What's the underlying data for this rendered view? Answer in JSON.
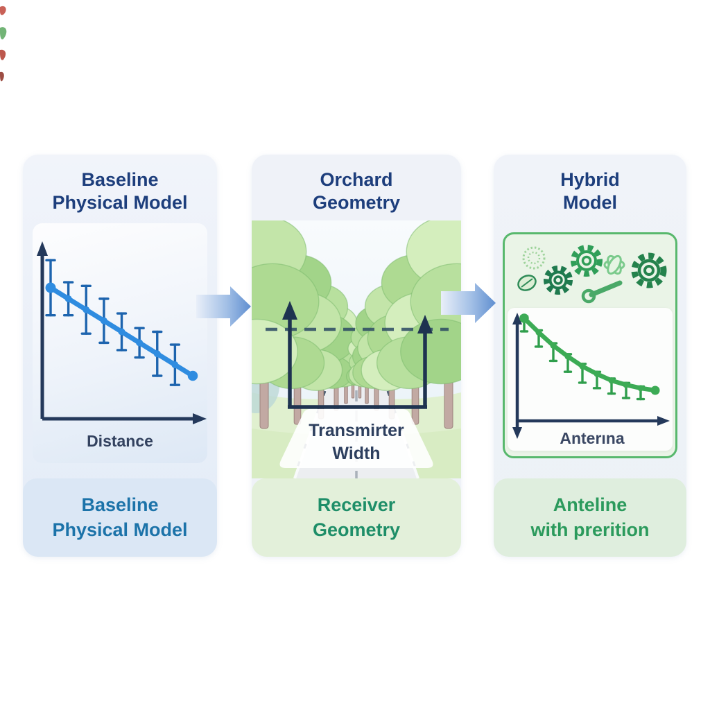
{
  "page": {
    "background": "#ffffff",
    "kind": "three-panel flow diagram"
  },
  "panels": {
    "baseline": {
      "title_line1": "Baseline",
      "title_line2": "Physical Model",
      "chart": {
        "xlabel": "Distance"
      },
      "footer_line1": "Baseline",
      "footer_line2": "Physical Model"
    },
    "orchard": {
      "title_line1": "Orchard",
      "title_line2": "Geometry",
      "measurement_label_line1": "Transmirter",
      "measurement_label_line2": "Width",
      "footer_line1": "Receiver",
      "footer_line2": "Geometry"
    },
    "hybrid": {
      "title_line1": "Hybrid",
      "title_line2": "Model",
      "chart": {
        "xlabel": "Anterına"
      },
      "footer_line1": "Anteline",
      "footer_line2": "with prerition"
    }
  },
  "icons": {
    "flow_arrow": "blue gradient right-arrow between panels",
    "gears": "cluster of green outlined gear wheels with leaf and wrench doodles",
    "orchard_trees": "watercolor tree rows along a receding road",
    "measurement": "navy U-shaped bracket with two upward arrows and dashed width line",
    "edge_artifacts": "tiny red/green leaf-like paint marks clipped at top-left edge"
  },
  "chart_data": [
    {
      "type": "line",
      "panel": "Baseline Physical Model",
      "title": "",
      "xlabel": "Distance",
      "ylabel": "",
      "x": [
        1,
        2,
        3,
        4,
        5,
        6,
        7,
        8,
        9
      ],
      "y": [
        82,
        76,
        70,
        64,
        58,
        52,
        46,
        40,
        34
      ],
      "error_y": [
        15,
        9,
        13,
        12,
        10,
        8,
        12,
        11,
        0
      ],
      "error_direction": "symmetric",
      "ylim": [
        20,
        100
      ],
      "grid": false,
      "legend": null,
      "style": {
        "line_color": "#2f8ce0",
        "error_color": "#1d64ae",
        "axis_color": "#24395b",
        "markers": true,
        "axis_arrows": true,
        "ticks": false
      }
    },
    {
      "type": "line",
      "panel": "Hybrid Model",
      "title": "",
      "xlabel": "Anterına",
      "ylabel": "",
      "x": [
        1,
        2,
        3,
        4,
        5,
        6,
        7,
        8,
        9,
        10
      ],
      "y": [
        95,
        82,
        70,
        60,
        51,
        44,
        38,
        34,
        31,
        29
      ],
      "error_y": [
        12,
        13,
        14,
        14,
        15,
        13,
        12,
        12,
        10,
        0
      ],
      "error_direction": "below",
      "ylim": [
        20,
        100
      ],
      "grid": false,
      "legend": null,
      "style": {
        "line_color": "#3cab55",
        "error_color": "#2f9e4c",
        "axis_color": "#24395b",
        "markers": true,
        "axis_arrows": true,
        "ticks": false
      }
    }
  ],
  "colors": {
    "title_navy": "#1d3e7c",
    "footer_blue": "#1c73a9",
    "footer_green_mid": "#1e8e68",
    "footer_green_right": "#2b9a5c",
    "line_blue": "#2f8ce0",
    "errorbar_blue": "#1d64ae",
    "line_green": "#3cab55",
    "axis_navy": "#24395b",
    "arrow_blue": "#5f8ed0",
    "green_border": "#58b86d",
    "card_blue_bg": "#eaf0f8",
    "card_green_bg": "#e3f0da"
  }
}
